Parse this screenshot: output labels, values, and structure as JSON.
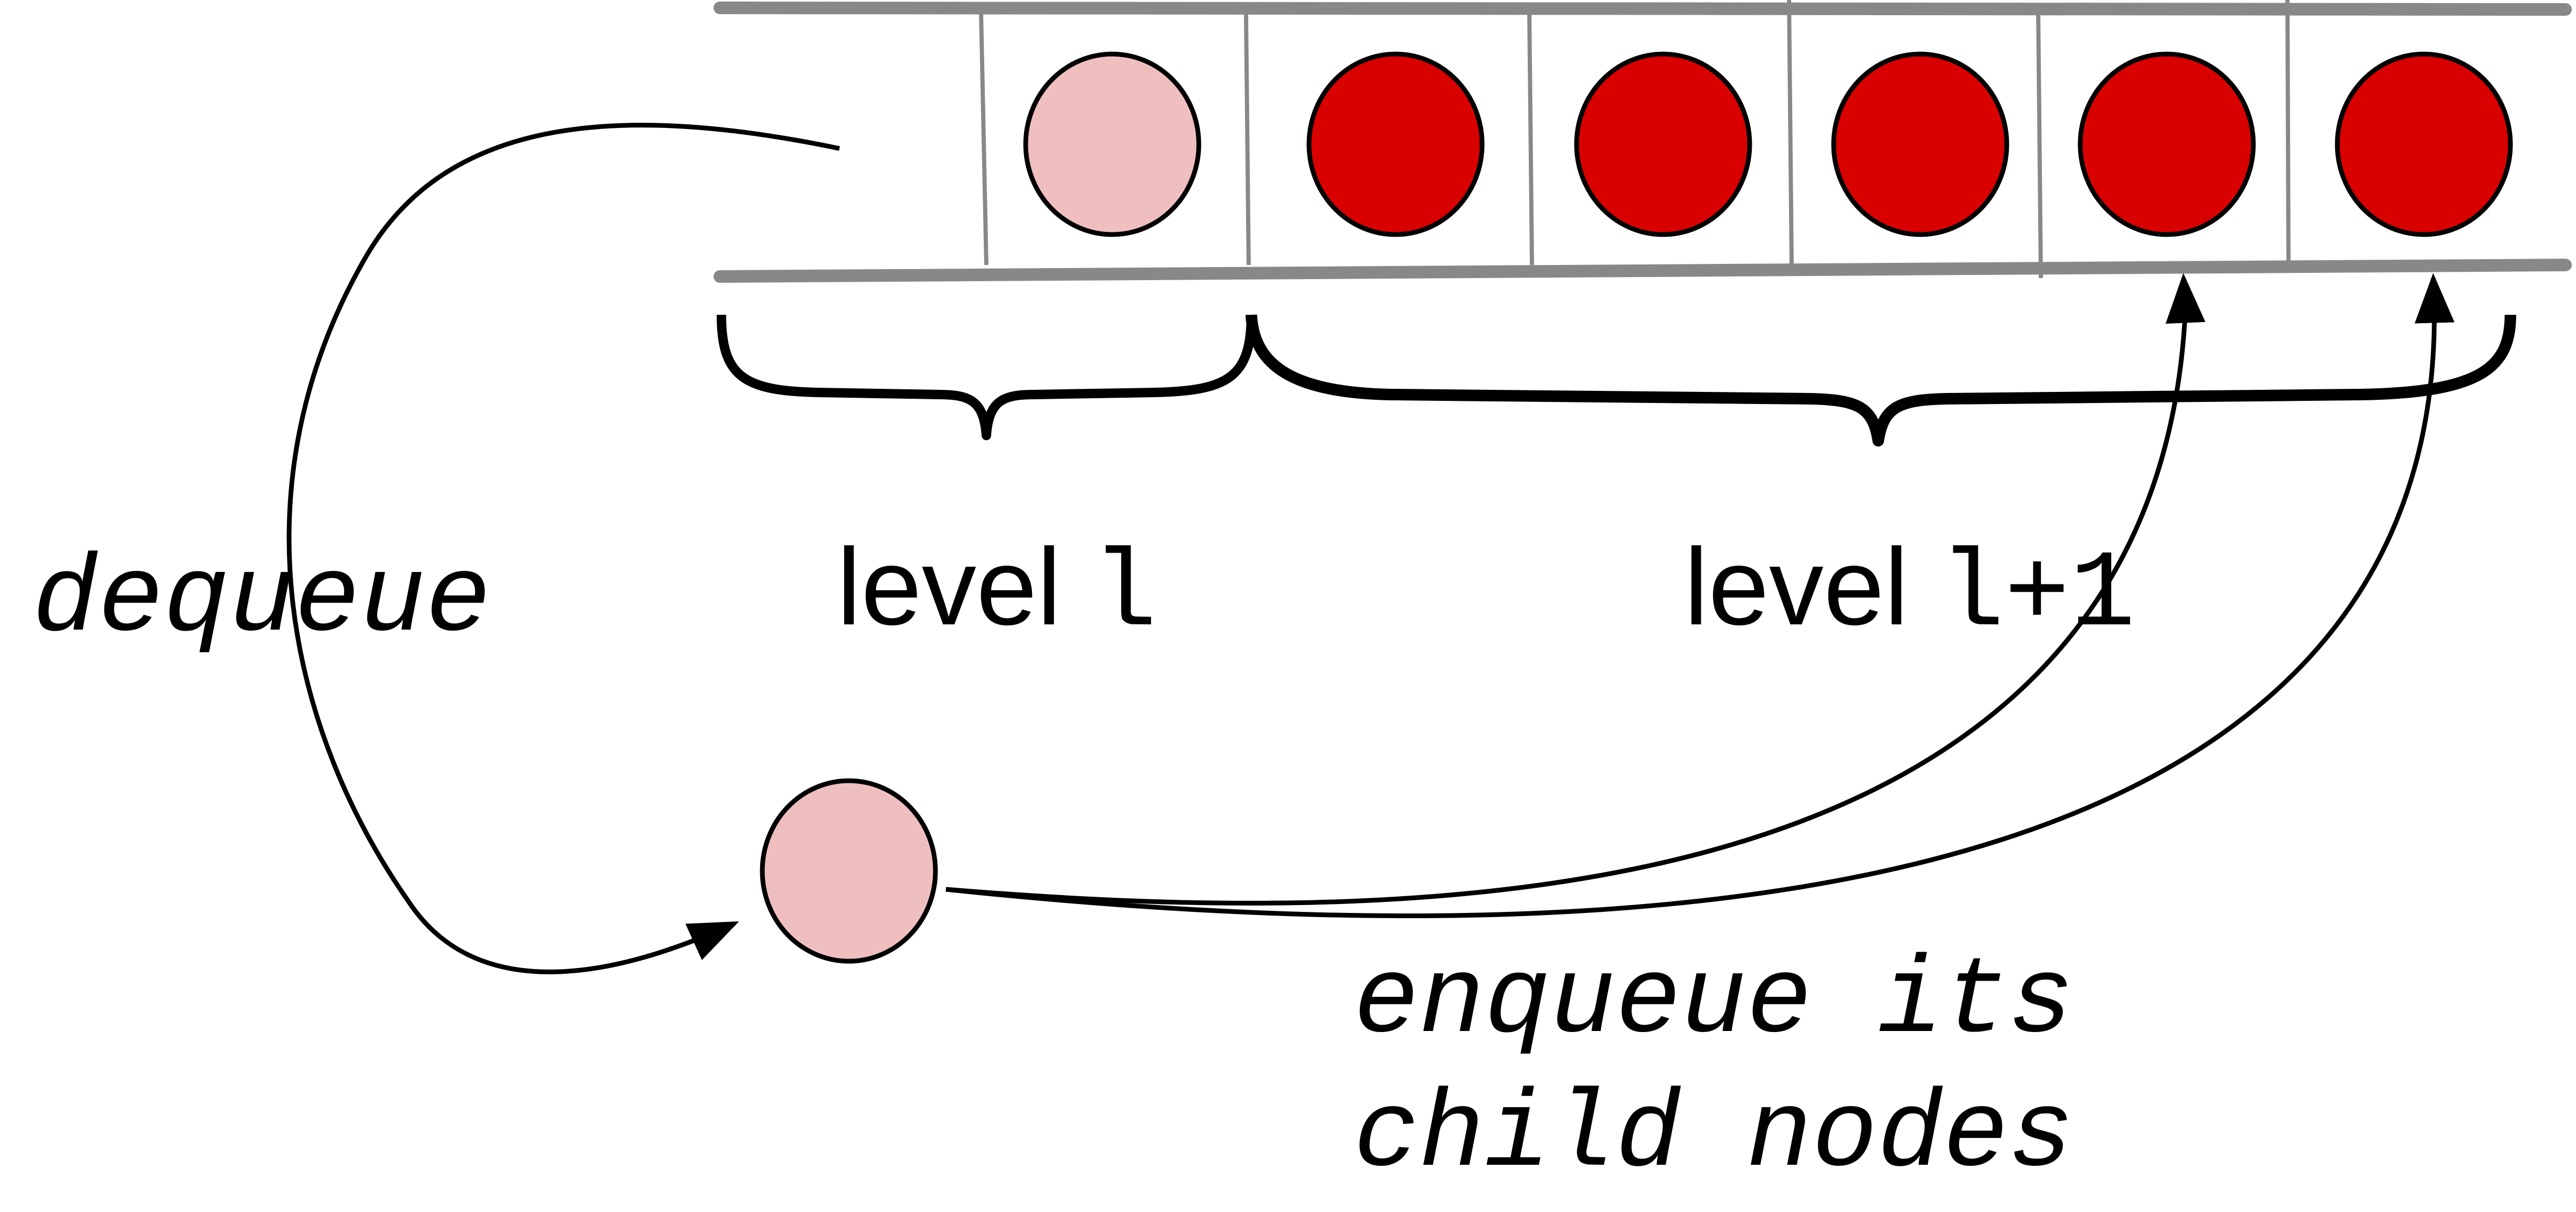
{
  "colors": {
    "queue_border": "#888888",
    "current_node_fill": "#efbfbf",
    "child_node_fill": "#d90000",
    "stroke": "#000000"
  },
  "labels": {
    "dequeue": "dequeue",
    "level_l_word": "level ",
    "level_l_var": "l",
    "level_next_word": "level ",
    "level_next_var": "l+1",
    "enqueue_line1": "enqueue its",
    "enqueue_line2": "child nodes"
  },
  "queue": {
    "nodes": [
      {
        "level": "l",
        "state": "current"
      },
      {
        "level": "l+1",
        "state": "child"
      },
      {
        "level": "l+1",
        "state": "child"
      },
      {
        "level": "l+1",
        "state": "child"
      },
      {
        "level": "l+1",
        "state": "child"
      },
      {
        "level": "l+1",
        "state": "child"
      }
    ]
  },
  "dequeued_node": {
    "state": "current"
  }
}
